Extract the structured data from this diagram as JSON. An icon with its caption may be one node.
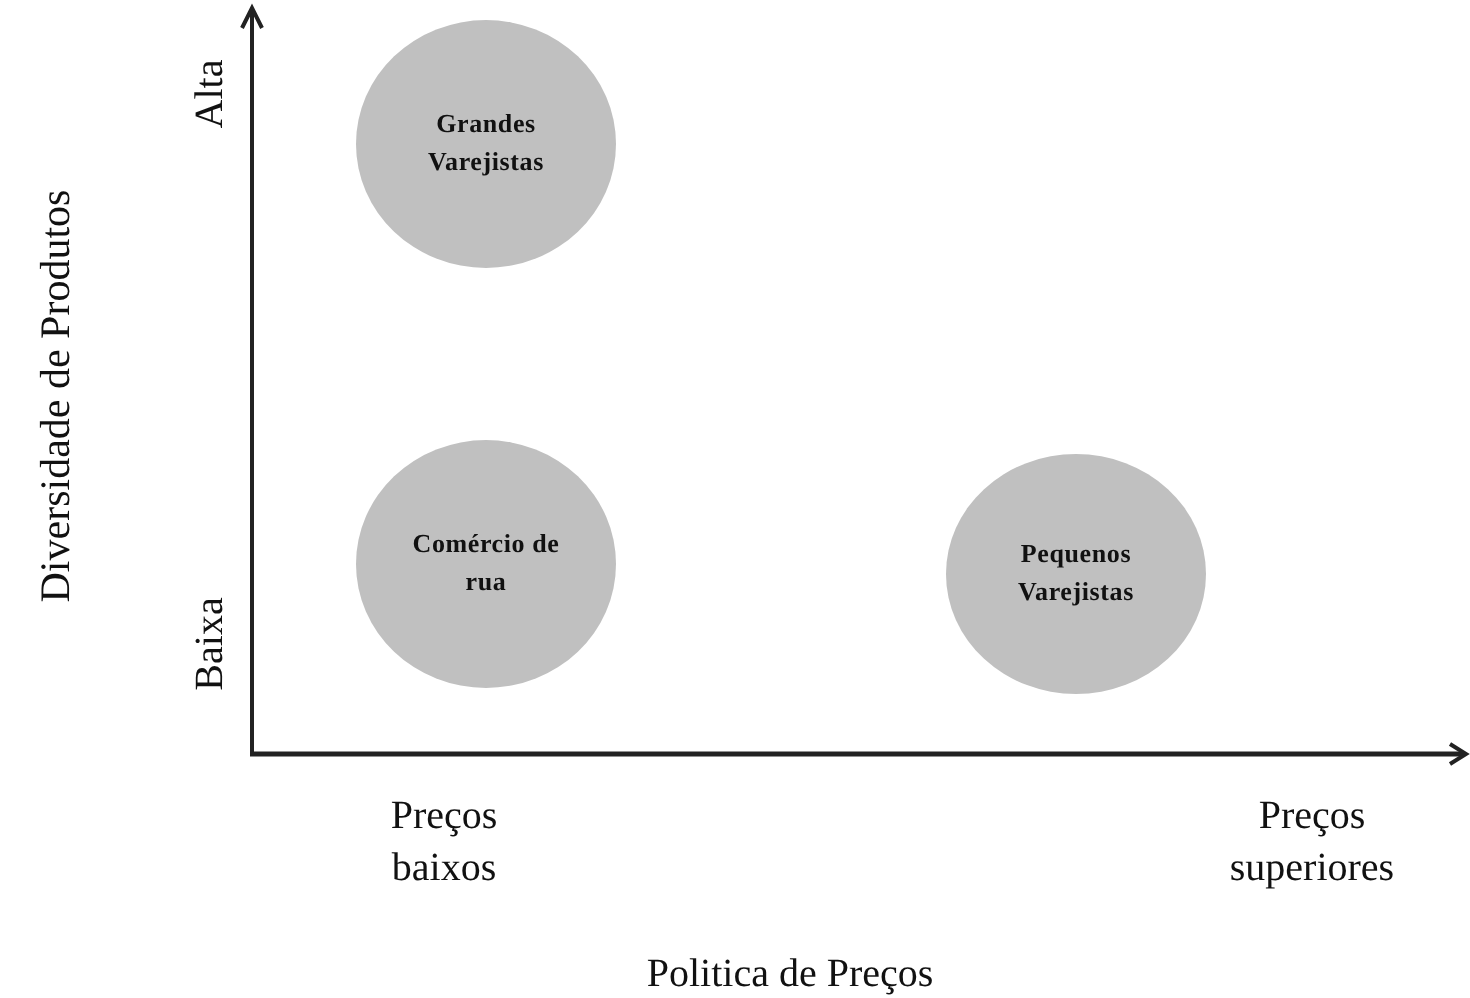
{
  "diagram": {
    "nodes": [
      {
        "text": [
          "Grandes Varejistas"
        ]
      },
      {
        "text": [
          "Comércio de rua"
        ]
      },
      {
        "text": [
          "Pequenos Varejistas"
        ]
      }
    ],
    "labels": [
      "Alta",
      "Diversidade de Produtos",
      "Baixa",
      "Preços baixos",
      "Preços superiores",
      "Politica de Preços"
    ]
  }
}
